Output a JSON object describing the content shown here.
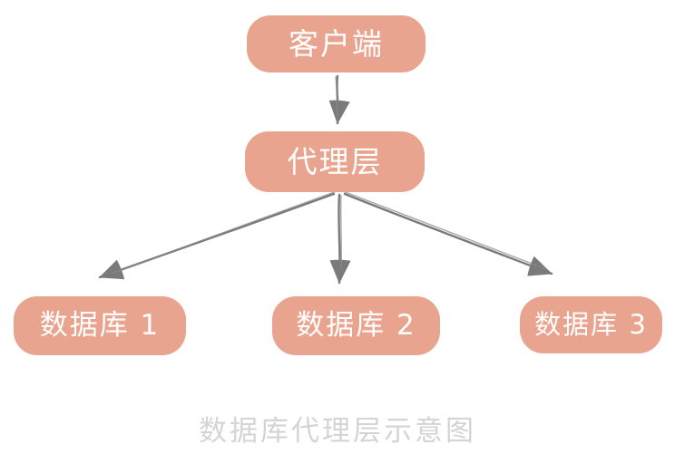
{
  "diagram": {
    "caption": "数据库代理层示意图",
    "nodes": [
      {
        "id": "client",
        "label": "客户端"
      },
      {
        "id": "proxy",
        "label": "代理层"
      },
      {
        "id": "db1",
        "label": "数据库 1"
      },
      {
        "id": "db2",
        "label": "数据库 2"
      },
      {
        "id": "db3",
        "label": "数据库 3"
      }
    ],
    "edges": [
      {
        "from": "client",
        "to": "proxy"
      },
      {
        "from": "proxy",
        "to": "db1"
      },
      {
        "from": "proxy",
        "to": "db2"
      },
      {
        "from": "proxy",
        "to": "db3"
      }
    ],
    "colors": {
      "node_fill": "#E9A48F",
      "node_text": "#FFFFFF",
      "arrow": "#7A7A7A",
      "caption_text": "#D4D4D4",
      "background": "#FFFFFF"
    }
  }
}
